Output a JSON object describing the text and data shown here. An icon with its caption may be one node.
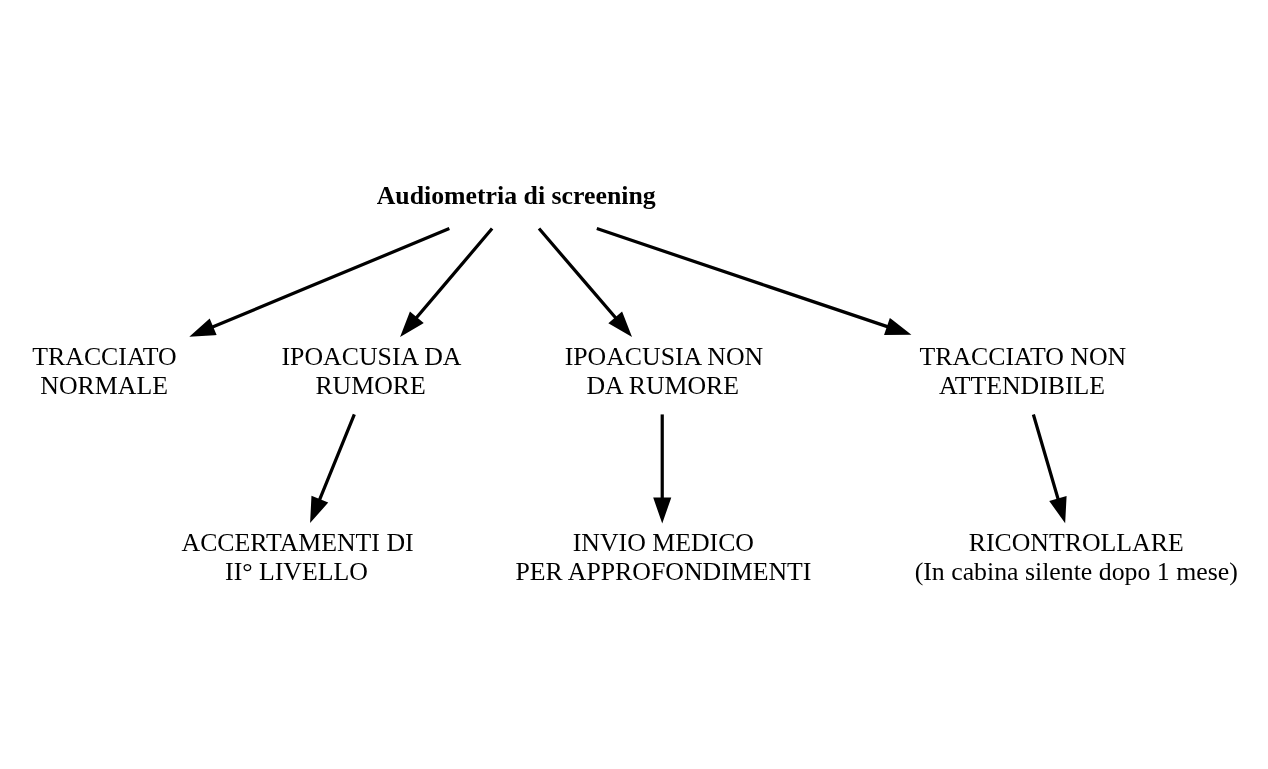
{
  "diagram": {
    "nodes": [
      {
        "text": [
          "Audiometria di screening"
        ]
      },
      {
        "text": [
          "TRACCIATO NORMALE"
        ]
      },
      {
        "text": [
          "IPOACUSIA DA RUMORE"
        ]
      },
      {
        "text": [
          "IPOACUSIA NON DA RUMORE"
        ]
      },
      {
        "text": [
          "TRACCIATO NON ATTENDIBILE"
        ]
      },
      {
        "text": [
          "ACCERTAMENTI DI II° LIVELLO"
        ]
      },
      {
        "text": [
          "INVIO MEDICO PER APPROFONDIMENTI"
        ]
      },
      {
        "text": [
          "RICONTROLLARE",
          "(In cabina silente dopo 1 mese)"
        ]
      }
    ],
    "edges": [
      {
        "from": 0,
        "to": 1,
        "arrow": "to"
      },
      {
        "from": 0,
        "to": 2,
        "arrow": "to"
      },
      {
        "from": 0,
        "to": 3,
        "arrow": "to"
      },
      {
        "from": 0,
        "to": 4,
        "arrow": "to"
      },
      {
        "from": 2,
        "to": 5,
        "arrow": "to"
      },
      {
        "from": 3,
        "to": 6,
        "arrow": "to"
      },
      {
        "from": 4,
        "to": 7,
        "arrow": "to"
      }
    ]
  }
}
